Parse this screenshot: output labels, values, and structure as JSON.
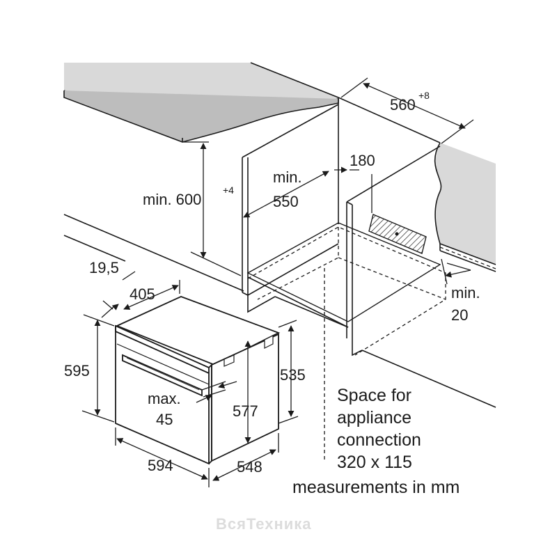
{
  "dimensions": {
    "niche_width": "560",
    "niche_width_tolerance": "+8",
    "niche_height": "min. 600",
    "niche_height_tolerance": "+4",
    "niche_depth_label": "min.",
    "niche_depth_value": "550",
    "vent_depth": "180",
    "rear_gap_label": "min.",
    "rear_gap_value": "20",
    "front_frame_thickness": "19,5",
    "top_depth": "405",
    "front_height": "595",
    "body_height": "577",
    "side_height": "535",
    "handle_label": "max.",
    "handle_value": "45",
    "front_width": "594",
    "body_depth": "548"
  },
  "notes": {
    "connection_line1": "Space for",
    "connection_line2": "appliance",
    "connection_line3": "connection",
    "connection_line4": "320 x 115",
    "units": "measurements in mm"
  },
  "watermark": "ВсяТехника",
  "colors": {
    "line": "#1a1a1a",
    "surface": "#d9d9d9",
    "background": "#ffffff"
  }
}
